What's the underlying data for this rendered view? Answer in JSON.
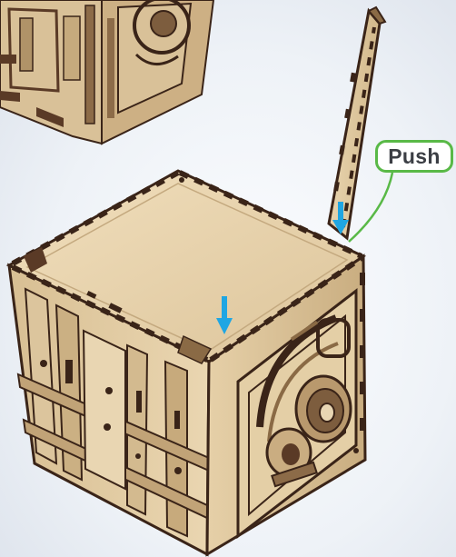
{
  "callout": {
    "label": "Push",
    "border_color": "#59b947",
    "text_color": "#3b3e44"
  },
  "arrows": {
    "color": "#1fa6e3",
    "count": 2
  },
  "colors": {
    "wood_light": "#e7d2ad",
    "wood_mid": "#d7bf93",
    "wood_dark": "#a78a62",
    "edge": "#3a2418",
    "background": "#ffffff"
  },
  "icons": [
    "push-arrow-icon",
    "leader-line"
  ]
}
